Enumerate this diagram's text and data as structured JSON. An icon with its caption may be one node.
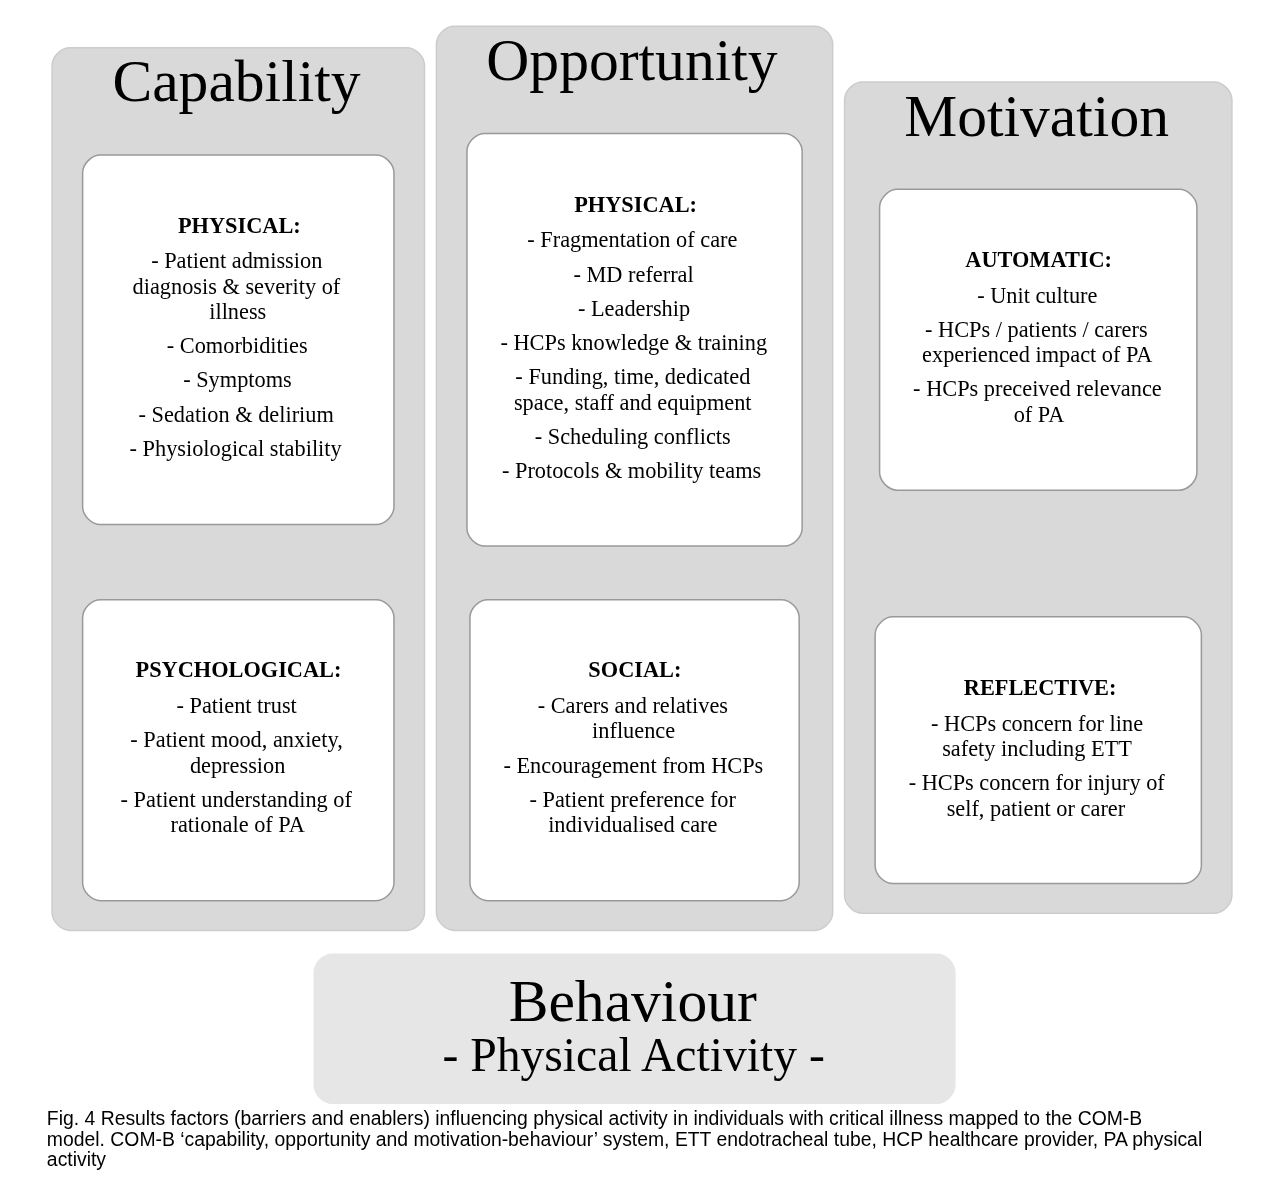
{
  "diagram": {
    "caption": "Fig. 4 Results factors (barriers and enablers) influencing physical activity in individuals with critical illness mapped to the COM-B model. COM-B ‘capability, opportunity and motivation-behaviour’ system, ETT endotracheal tube, HCP healthcare provider, PA physical activity",
    "nodes": [
      {
        "text": [
          "Capability"
        ]
      },
      {
        "text": [
          "PHYSICAL:",
          "- Patient admission diagnosis & severity of illness",
          "- Comorbidities",
          "- Symptoms",
          "- Sedation & delirium",
          "- Physiological stability"
        ],
        "in": 0
      },
      {
        "text": [
          "PSYCHOLOGICAL:",
          "- Patient trust",
          "- Patient mood, anxiety, depression",
          "- Patient understanding of rationale of PA"
        ],
        "in": 0
      },
      {
        "text": [
          "Opportunity"
        ]
      },
      {
        "text": [
          "PHYSICAL:",
          "- Fragmentation of care",
          "- MD referral",
          "- Leadership",
          "- HCPs knowledge & training",
          "- Funding, time, dedicated space, staff and equipment",
          "- Scheduling conflicts",
          "- Protocols & mobility teams"
        ],
        "in": 3
      },
      {
        "text": [
          "SOCIAL:",
          "- Carers and relatives influence",
          "- Encouragement from HCPs",
          "- Patient preference for individualised care"
        ],
        "in": 3
      },
      {
        "text": [
          "Motivation"
        ]
      },
      {
        "text": [
          "AUTOMATIC:",
          "- Unit culture",
          "- HCPs / patients / carers experienced impact of PA",
          "- HCPs preceived relevance of PA"
        ],
        "in": 6
      },
      {
        "text": [
          "REFLECTIVE:",
          "- HCPs concern for line safety including ETT",
          "- HCPs concern for injury of self, patient or carer"
        ],
        "in": 6
      },
      {
        "text": [
          "Behaviour",
          "- Physical Activity -"
        ]
      }
    ],
    "edges": []
  }
}
